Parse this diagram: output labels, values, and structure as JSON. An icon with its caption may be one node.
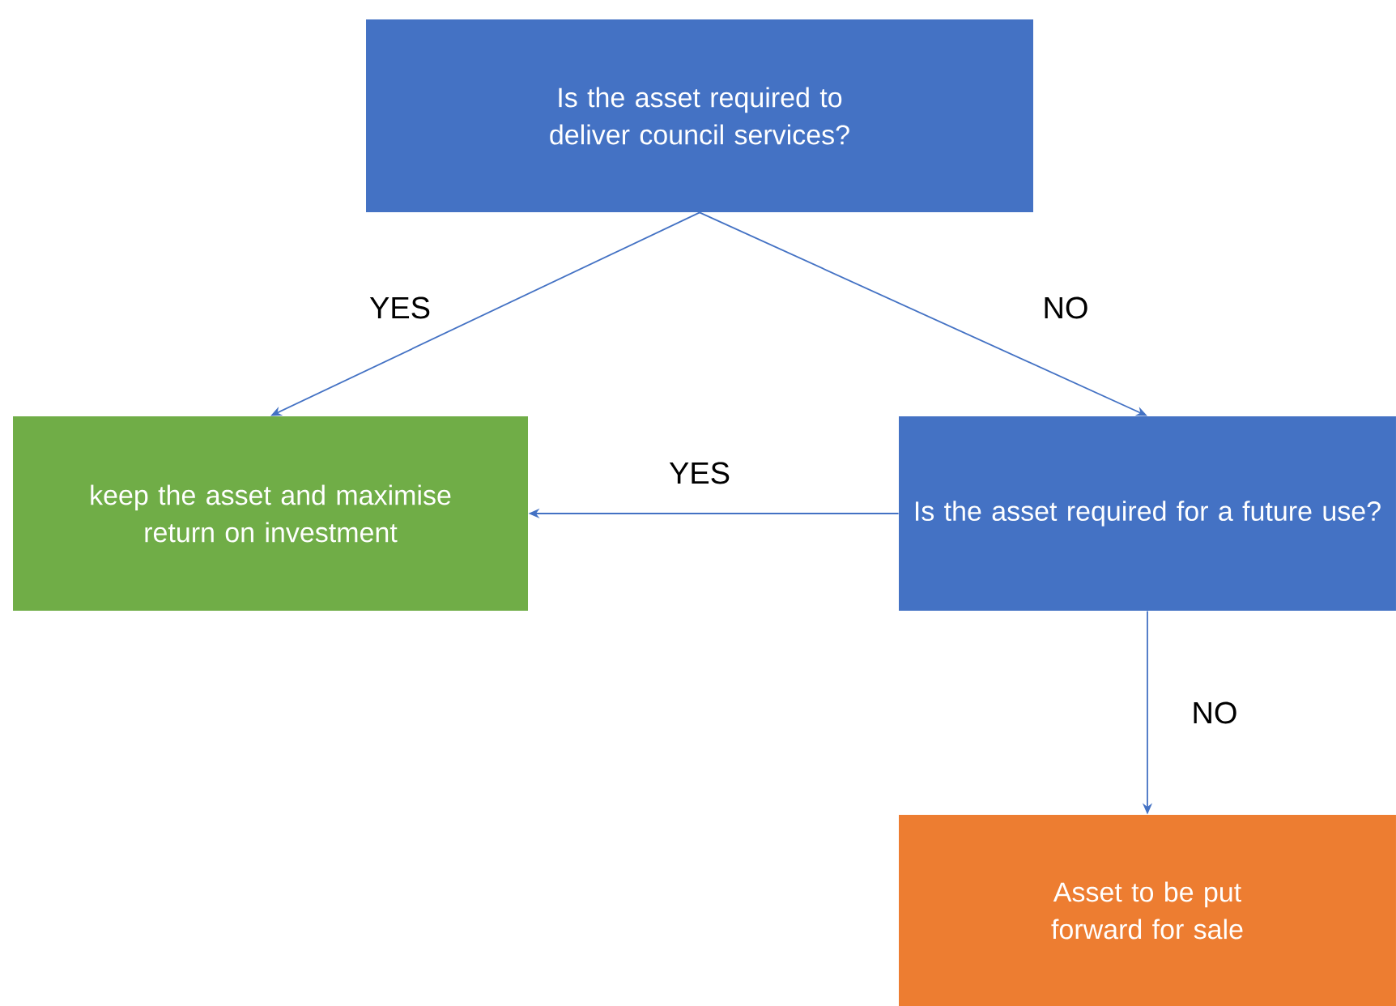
{
  "diagram": {
    "nodes": [
      {
        "text": [
          "Is the asset required to deliver council services?"
        ]
      },
      {
        "text": [
          "keep the asset and maximise return on investment"
        ]
      },
      {
        "text": [
          "Is the asset required for a future use?"
        ]
      },
      {
        "text": [
          "Asset to be put forward for sale"
        ]
      }
    ],
    "edges": [
      {
        "from": 0,
        "to": 1,
        "arrow": "to",
        "label": "YES"
      },
      {
        "from": 0,
        "to": 2,
        "arrow": "to",
        "label": "NO"
      },
      {
        "from": 2,
        "to": 1,
        "arrow": "to",
        "label": "YES"
      },
      {
        "from": 2,
        "to": 3,
        "arrow": "to",
        "label": "NO"
      }
    ]
  }
}
